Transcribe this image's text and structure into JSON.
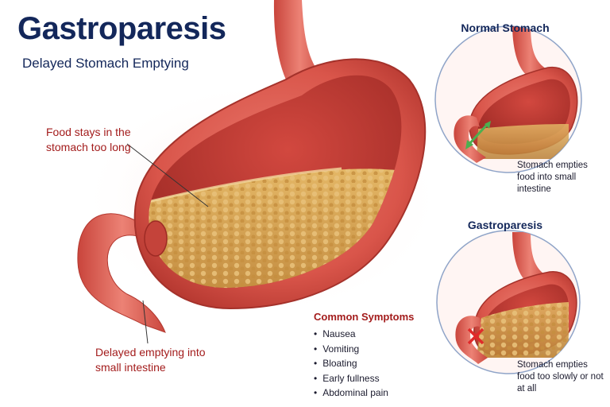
{
  "title": "Gastroparesis",
  "subtitle": "Delayed Stomach Emptying",
  "callouts": {
    "food": "Food stays in the stomach too long",
    "delay": "Delayed emptying into small intestine"
  },
  "symptoms": {
    "title": "Common Symptoms",
    "items": [
      "Nausea",
      "Vomiting",
      "Bloating",
      "Early fullness",
      "Abdominal pain"
    ]
  },
  "panels": {
    "normal": {
      "title": "Normal Stomach",
      "note": "Stomach empties food into small intestine"
    },
    "gastroparesis": {
      "title": "Gastroparesis",
      "note": "Stomach empties food too slowly or not at all"
    }
  },
  "colors": {
    "title": "#13275a",
    "accent_red": "#a31c1c",
    "tissue": "#d9554a",
    "inner_lining": "#c23a32",
    "food": "#d4a04a",
    "arrow_green": "#4caf50",
    "cross_red": "#e02a2a"
  }
}
